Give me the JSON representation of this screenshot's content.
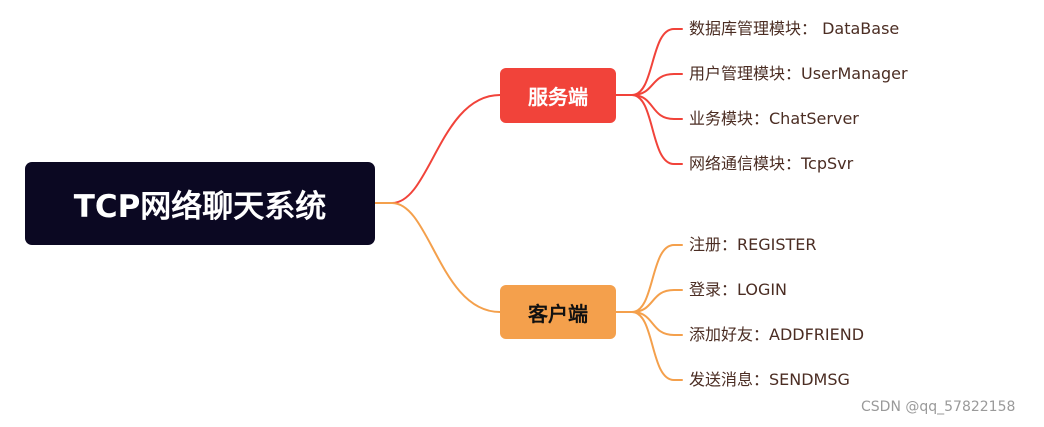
{
  "root": {
    "label": "TCP网络聊天系统",
    "color": "#0b0822"
  },
  "server": {
    "label": "服务端",
    "color": "#f1433a",
    "items": [
      "数据库管理模块： DataBase",
      "用户管理模块：UserManager",
      "业务模块：ChatServer",
      "网络通信模块：TcpSvr"
    ]
  },
  "client": {
    "label": "客户端",
    "color": "#f4a04c",
    "items": [
      "注册：REGISTER",
      "登录：LOGIN",
      "添加好友：ADDFRIEND",
      "发送消息：SENDMSG"
    ]
  },
  "watermark": "CSDN @qq_57822158"
}
